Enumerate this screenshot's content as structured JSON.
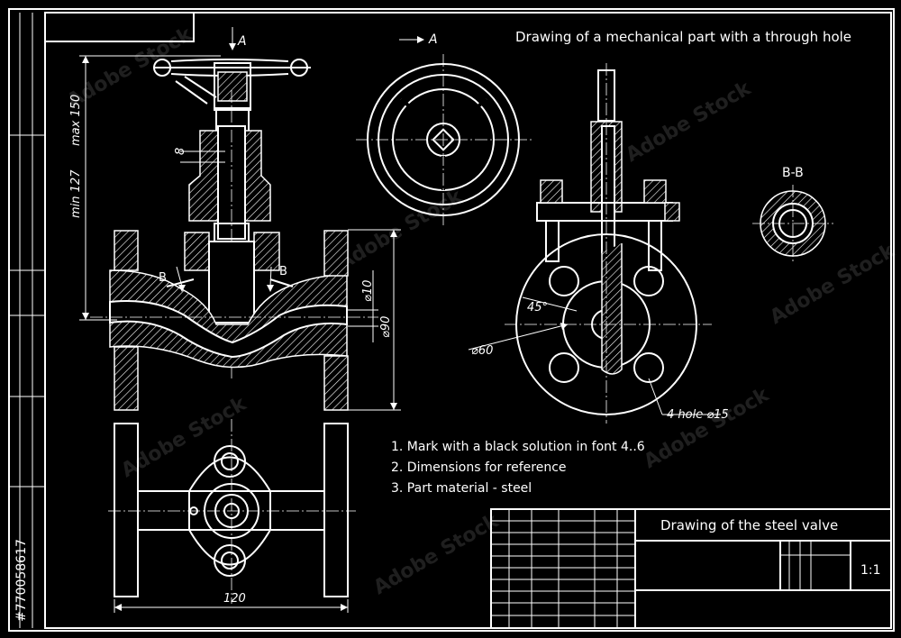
{
  "title": "Drawing of a mechanical part with a through hole",
  "view_label_a": "A",
  "view_label_a2": "A",
  "section_label": "B-B",
  "section_mark_left": "B",
  "section_mark_right": "B",
  "dims": {
    "min": "min 127",
    "max": "max 150",
    "d8": "8",
    "d10": "⌀10",
    "d90": "⌀90",
    "d60": "⌀60",
    "angle": "45°",
    "holes": "4 hole  ⌀15",
    "width": "120"
  },
  "notes": [
    "1. Mark with a black solution in font 4..6",
    "2. Dimensions for reference",
    "3. Part material - steel"
  ],
  "title_block": {
    "name": "Drawing of the steel valve",
    "scale": "1:1"
  },
  "stock_id": "#770058617",
  "watermark": "Adobe Stock",
  "colors": {
    "background": "#000000",
    "lines": "#ffffff"
  }
}
